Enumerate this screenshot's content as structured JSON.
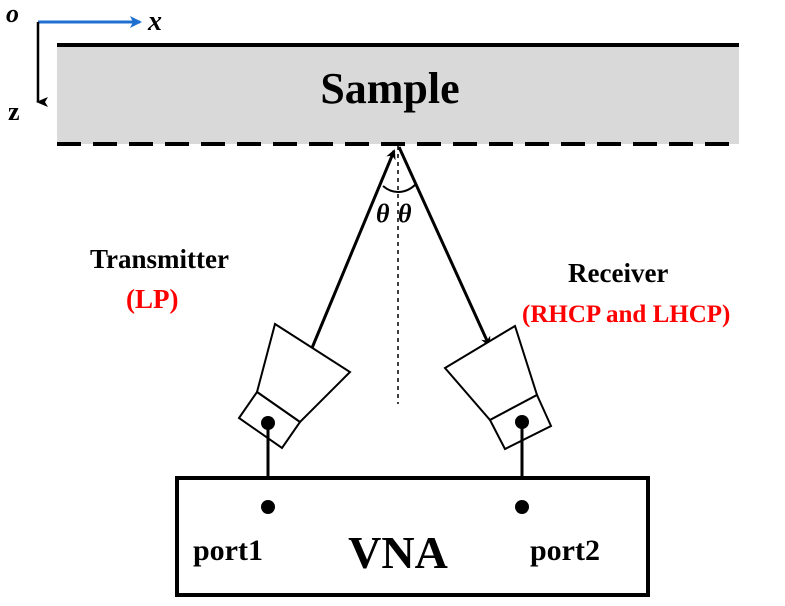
{
  "axes": {
    "origin_label": "o",
    "x_label": "x",
    "z_label": "z",
    "x_axis_color": "#1f6fd1",
    "z_axis_color": "#000000"
  },
  "sample": {
    "label": "Sample",
    "fill_color": "#d9d9d9"
  },
  "angles": {
    "incident_label": "θ",
    "reflected_label": "θ"
  },
  "transmitter": {
    "label": "Transmitter",
    "polarization": "(LP)"
  },
  "receiver": {
    "label": "Receiver",
    "polarization": "(RHCP and LHCP)"
  },
  "vna": {
    "label": "VNA",
    "port1_label": "port1",
    "port2_label": "port2"
  },
  "colors": {
    "highlight": "#ff0000",
    "line": "#000000"
  }
}
